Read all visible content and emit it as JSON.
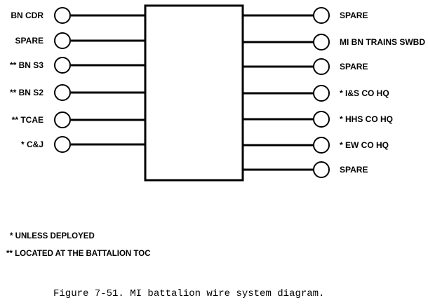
{
  "diagram": {
    "left_terminals": [
      {
        "label": "BN CDR"
      },
      {
        "label": "SPARE"
      },
      {
        "label": "** BN S3"
      },
      {
        "label": "** BN S2"
      },
      {
        "label": "** TCAE"
      },
      {
        "label": "* C&J"
      }
    ],
    "right_terminals": [
      {
        "label": "SPARE"
      },
      {
        "label": "MI BN TRAINS SWBD"
      },
      {
        "label": "SPARE"
      },
      {
        "label": "* I&S CO HQ"
      },
      {
        "label": "* HHS CO HQ"
      },
      {
        "label": "* EW CO HQ"
      },
      {
        "label": "SPARE"
      }
    ]
  },
  "notes": {
    "unless_deployed": "* UNLESS DEPLOYED",
    "located_at_toc": "** LOCATED AT THE BATTALION TOC"
  },
  "caption": "Figure 7-51. MI battalion wire system diagram."
}
